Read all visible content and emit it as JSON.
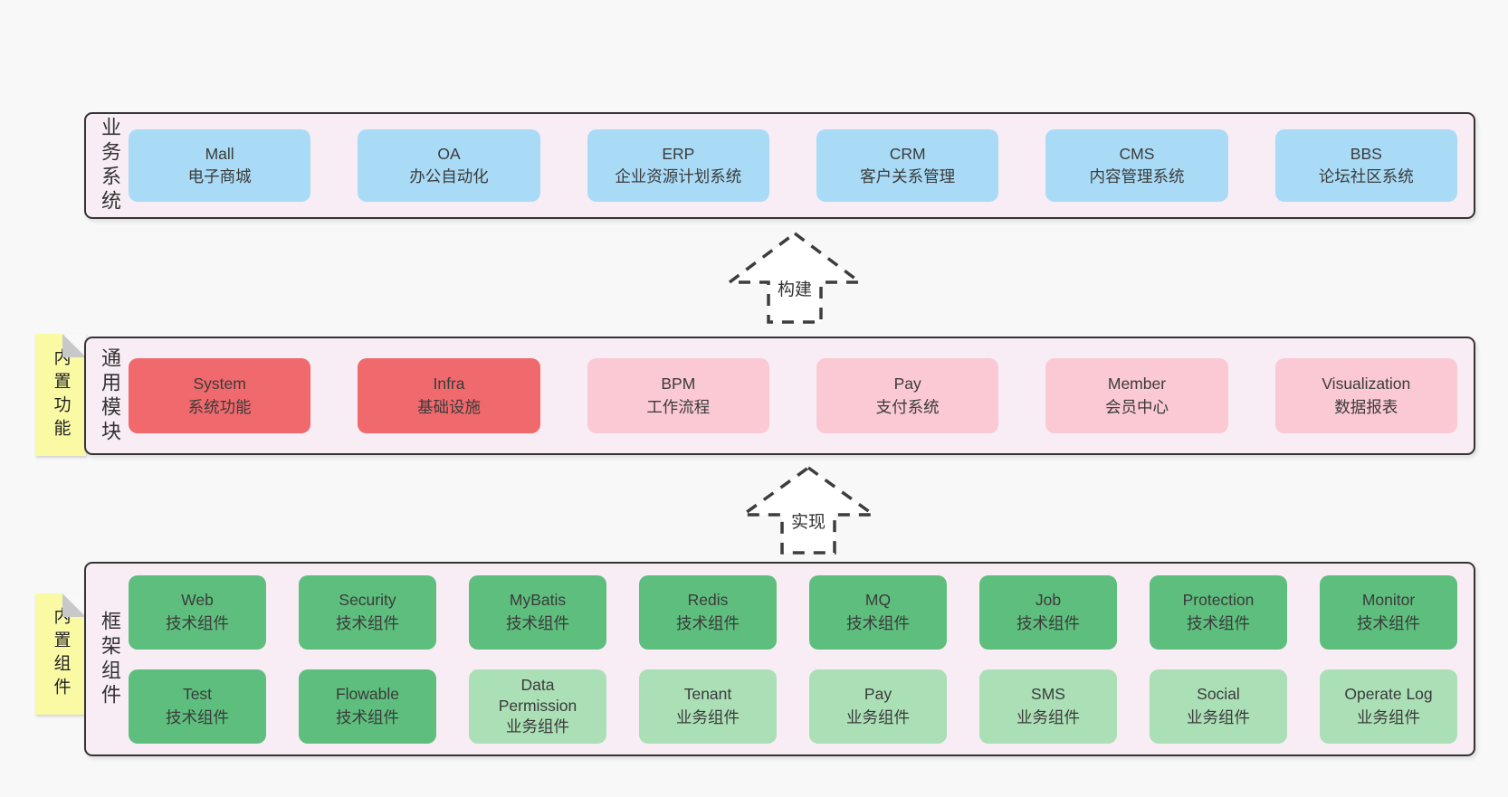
{
  "colors": {
    "page_bg": "#f8f8f8",
    "band_bg": "#f8edf5",
    "band_border": "#343434",
    "blue_box": "#a9dbf6",
    "red_box": "#f0696c",
    "pink_box": "#fac9d3",
    "green_box": "#5ebe7d",
    "light_green_box": "#abdfb6",
    "sticky_note": "#fafaa5",
    "note_fold": "#c8c8c8",
    "text": "#3b3b3b"
  },
  "diagram": {
    "arrows": [
      {
        "label": "构建"
      },
      {
        "label": "实现"
      }
    ],
    "bands": [
      {
        "label": "业务系统",
        "boxes": [
          {
            "en": "Mall",
            "cn": "电子商城"
          },
          {
            "en": "OA",
            "cn": "办公自动化"
          },
          {
            "en": "ERP",
            "cn": "企业资源计划系统"
          },
          {
            "en": "CRM",
            "cn": "客户关系管理"
          },
          {
            "en": "CMS",
            "cn": "内容管理系统"
          },
          {
            "en": "BBS",
            "cn": "论坛社区系统"
          }
        ]
      },
      {
        "label": "通用模块",
        "note": "内置功能",
        "boxes": [
          {
            "en": "System",
            "cn": "系统功能"
          },
          {
            "en": "Infra",
            "cn": "基础设施"
          },
          {
            "en": "BPM",
            "cn": "工作流程"
          },
          {
            "en": "Pay",
            "cn": "支付系统"
          },
          {
            "en": "Member",
            "cn": "会员中心"
          },
          {
            "en": "Visualization",
            "cn": "数据报表"
          }
        ]
      },
      {
        "label": "框架组件",
        "note": "内置组件",
        "rows": [
          [
            {
              "en": "Web",
              "cn": "技术组件"
            },
            {
              "en": "Security",
              "cn": "技术组件"
            },
            {
              "en": "MyBatis",
              "cn": "技术组件"
            },
            {
              "en": "Redis",
              "cn": "技术组件"
            },
            {
              "en": "MQ",
              "cn": "技术组件"
            },
            {
              "en": "Job",
              "cn": "技术组件"
            },
            {
              "en": "Protection",
              "cn": "技术组件"
            },
            {
              "en": "Monitor",
              "cn": "技术组件"
            }
          ],
          [
            {
              "en": "Test",
              "cn": "技术组件"
            },
            {
              "en": "Flowable",
              "cn": "技术组件"
            },
            {
              "en": "Data Permission",
              "cn": "业务组件"
            },
            {
              "en": "Tenant",
              "cn": "业务组件"
            },
            {
              "en": "Pay",
              "cn": "业务组件"
            },
            {
              "en": "SMS",
              "cn": "业务组件"
            },
            {
              "en": "Social",
              "cn": "业务组件"
            },
            {
              "en": "Operate Log",
              "cn": "业务组件"
            }
          ]
        ]
      }
    ]
  }
}
